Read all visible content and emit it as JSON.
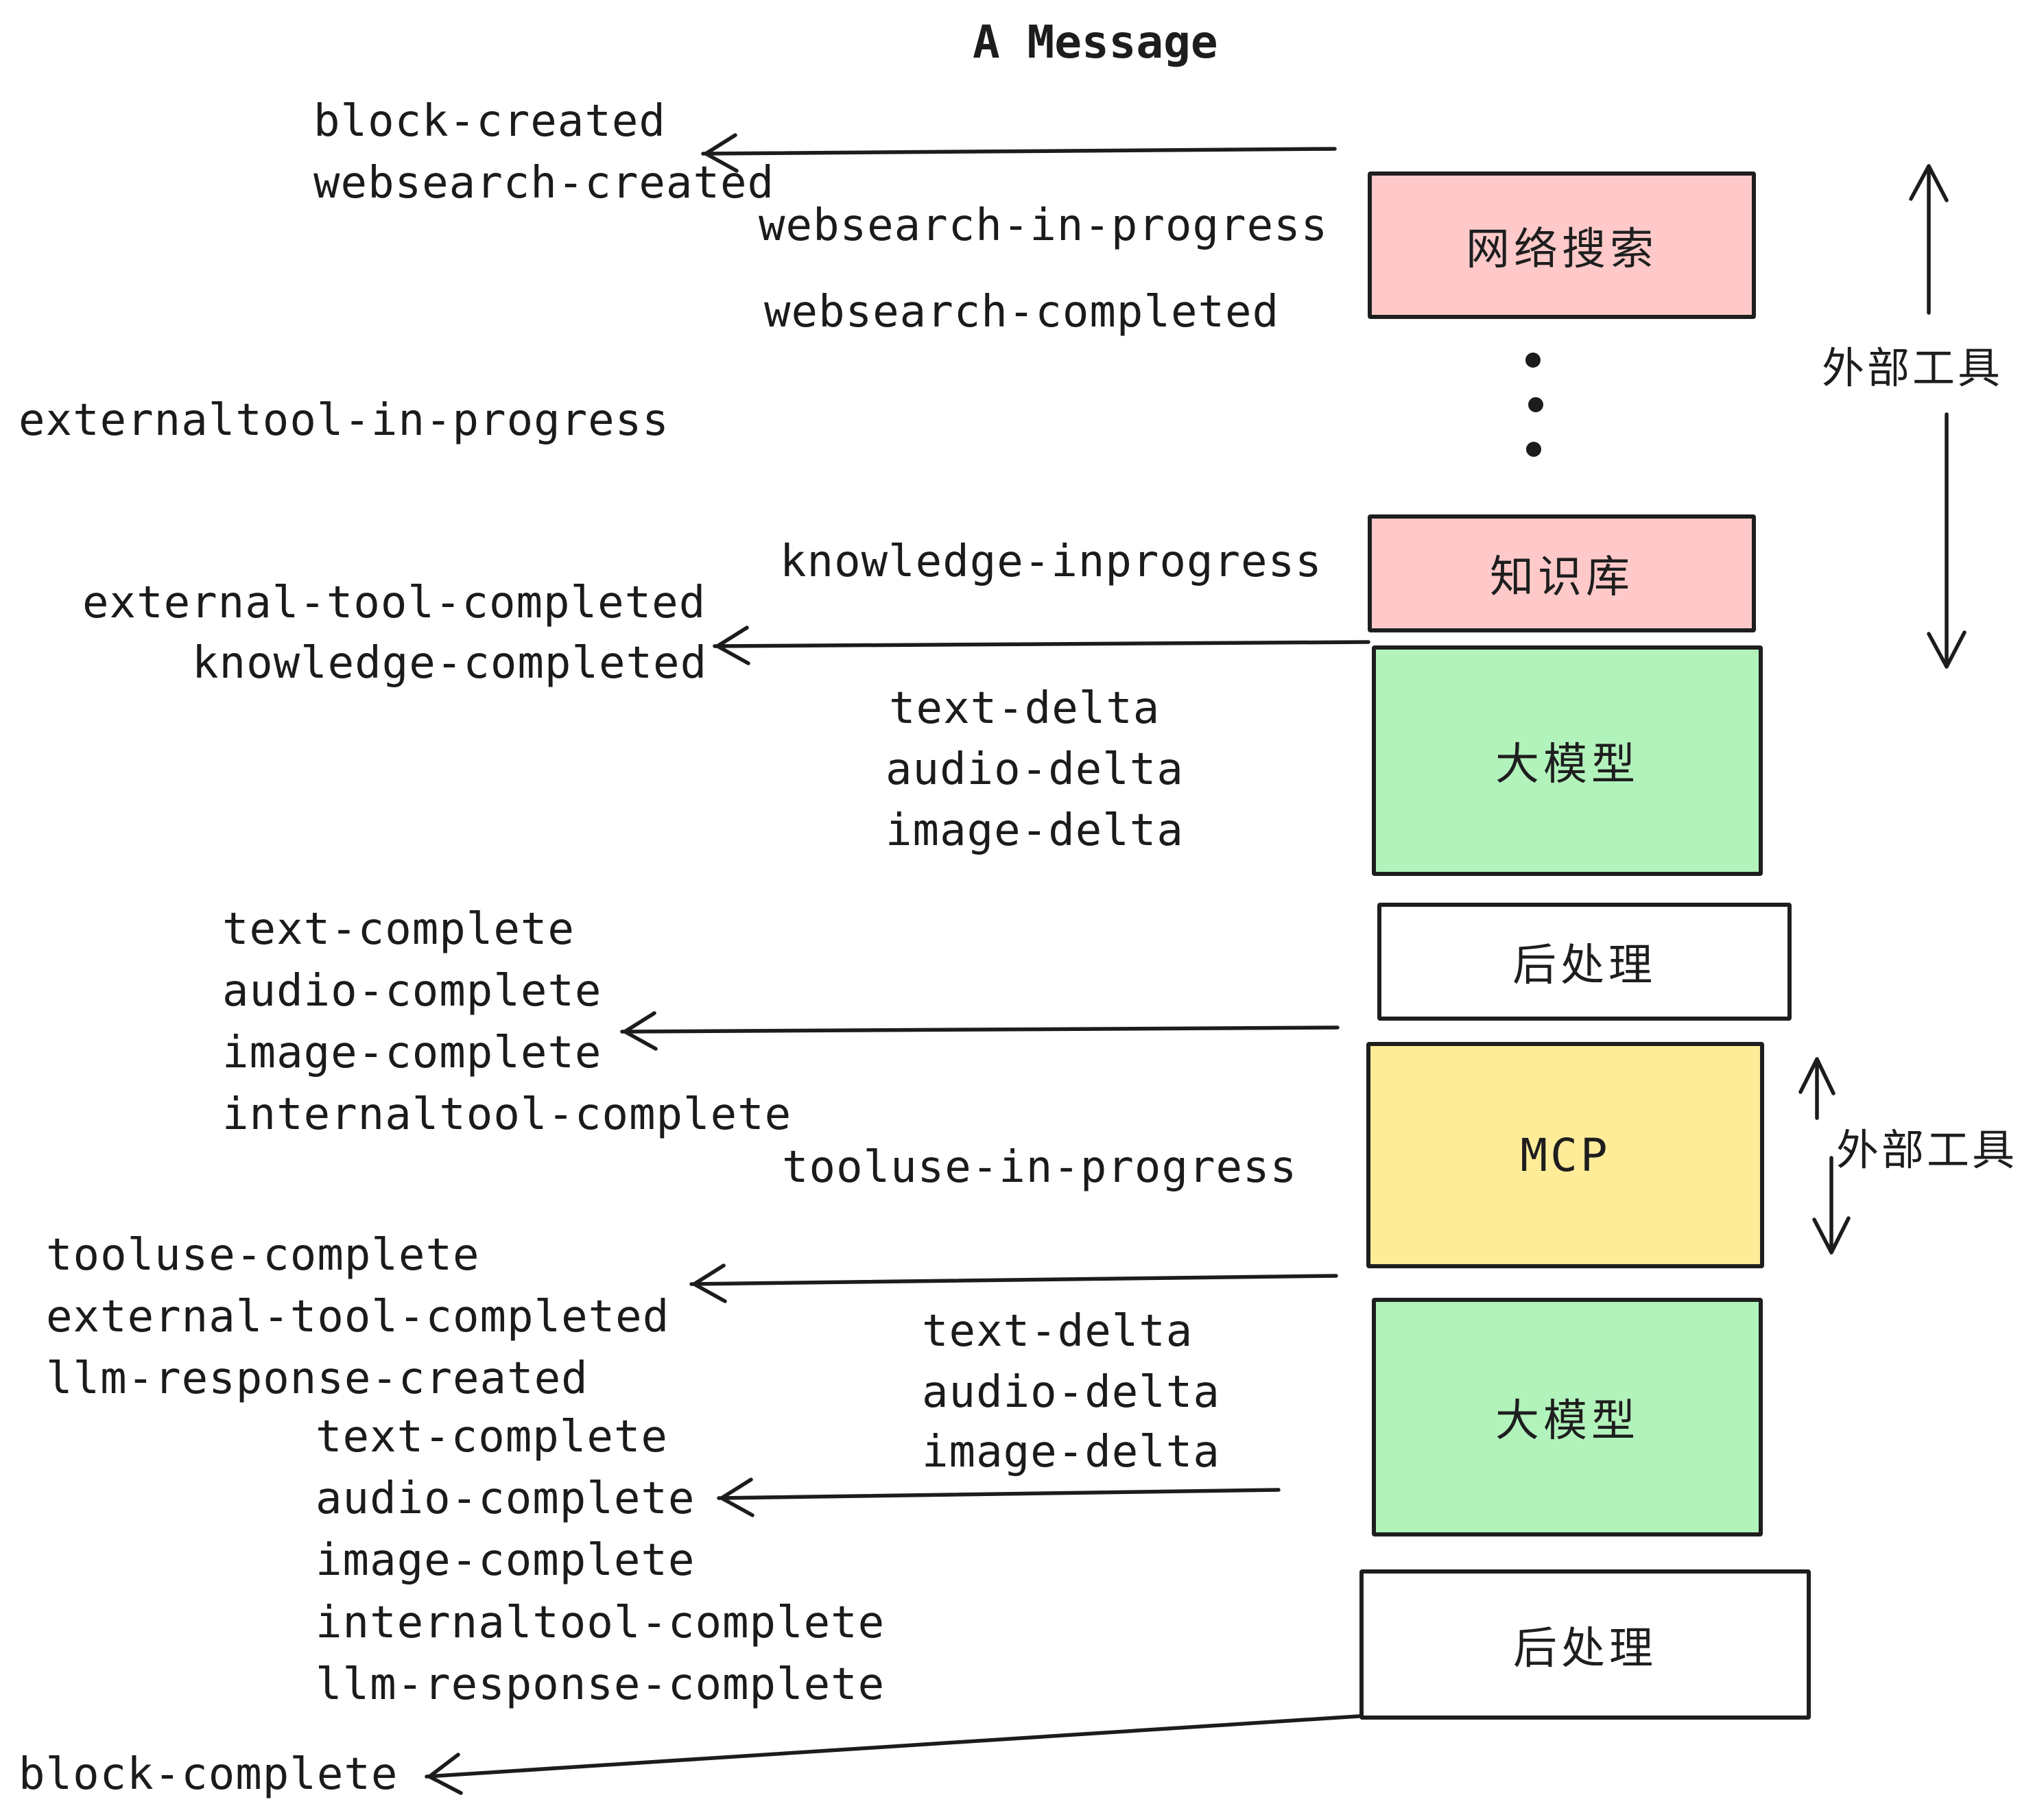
{
  "title": "A Message",
  "boxes": [
    {
      "label": "网络搜索",
      "fill": "#ffc9c9"
    },
    {
      "label": "知识库",
      "fill": "#ffc9c9"
    },
    {
      "label": "大模型",
      "fill": "#b2f2bb"
    },
    {
      "label": "后处理",
      "fill": "#ffffff"
    },
    {
      "label": "MCP",
      "fill": "#ffec99"
    },
    {
      "label": "大模型",
      "fill": "#b2f2bb"
    },
    {
      "label": "后处理",
      "fill": "#ffffff"
    }
  ],
  "annotations": {
    "external_tools_top": "外部工具",
    "external_tools_mcp": "外部工具"
  },
  "events": {
    "block_created": "block-created",
    "websearch_created": "websearch-created",
    "websearch_in_progress": "websearch-in-progress",
    "websearch_completed": "websearch-completed",
    "externaltool_in_progress": "externaltool-in-progress",
    "knowledge_inprogress": "knowledge-inprogress",
    "external_tool_completed": "external-tool-completed",
    "knowledge_completed": "knowledge-completed",
    "text_delta": "text-delta",
    "audio_delta": "audio-delta",
    "image_delta": "image-delta",
    "text_complete": "text-complete",
    "audio_complete": "audio-complete",
    "image_complete": "image-complete",
    "internaltool_complete": "internaltool-complete",
    "tooluse_in_progress": "tooluse-in-progress",
    "tooluse_complete": "tooluse-complete",
    "external_tool_completed_2": "external-tool-completed",
    "llm_response_created": "llm-response-created",
    "text_delta_2": "text-delta",
    "audio_delta_2": "audio-delta",
    "image_delta_2": "image-delta",
    "text_complete_2": "text-complete",
    "audio_complete_2": "audio-complete",
    "image_complete_2": "image-complete",
    "internaltool_complete_2": "internaltool-complete",
    "llm_response_complete": "llm-response-complete",
    "block_complete": "block-complete"
  },
  "colors": {
    "stroke": "#1e1e1e",
    "pink": "#ffc9c9",
    "green": "#b2f2bb",
    "yellow": "#ffec99",
    "white": "#ffffff"
  }
}
